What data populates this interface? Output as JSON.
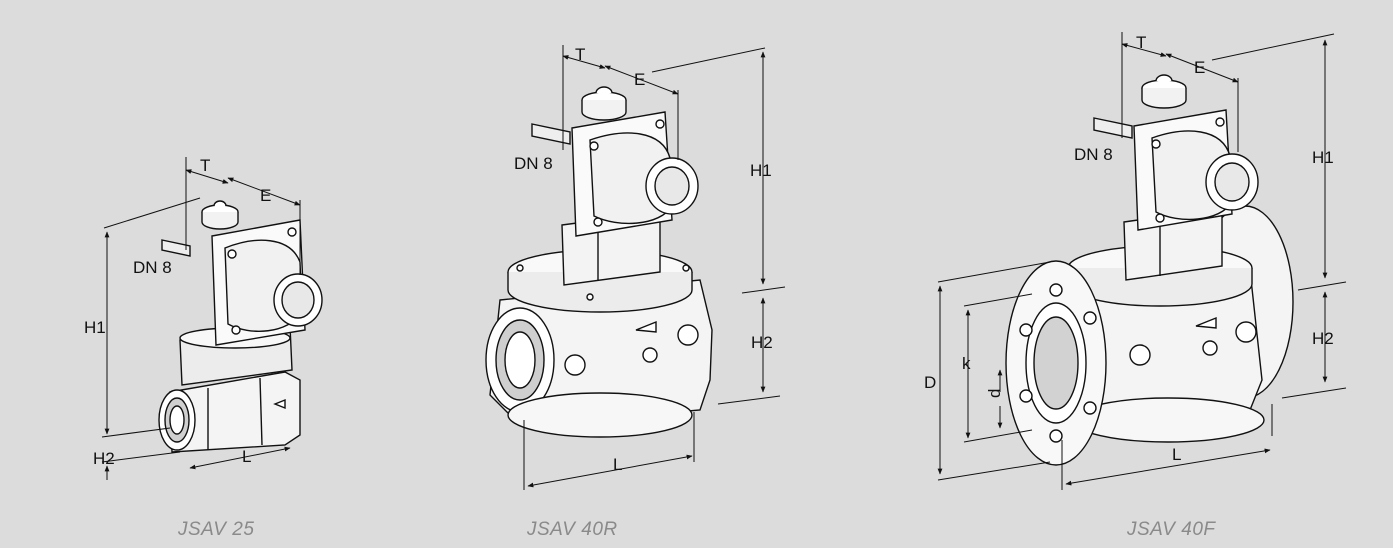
{
  "figures": [
    {
      "caption": "JSAV 25",
      "labels": {
        "T": "T",
        "E": "E",
        "DN": "DN 8",
        "H1": "H1",
        "H2": "H2",
        "L": "L"
      }
    },
    {
      "caption": "JSAV 40R",
      "labels": {
        "T": "T",
        "E": "E",
        "DN": "DN 8",
        "H1": "H1",
        "H2": "H2",
        "L": "L"
      }
    },
    {
      "caption": "JSAV 40F",
      "labels": {
        "T": "T",
        "E": "E",
        "DN": "DN 8",
        "H1": "H1",
        "H2": "H2",
        "L": "L",
        "D": "D",
        "k": "k",
        "d": "d"
      }
    }
  ]
}
